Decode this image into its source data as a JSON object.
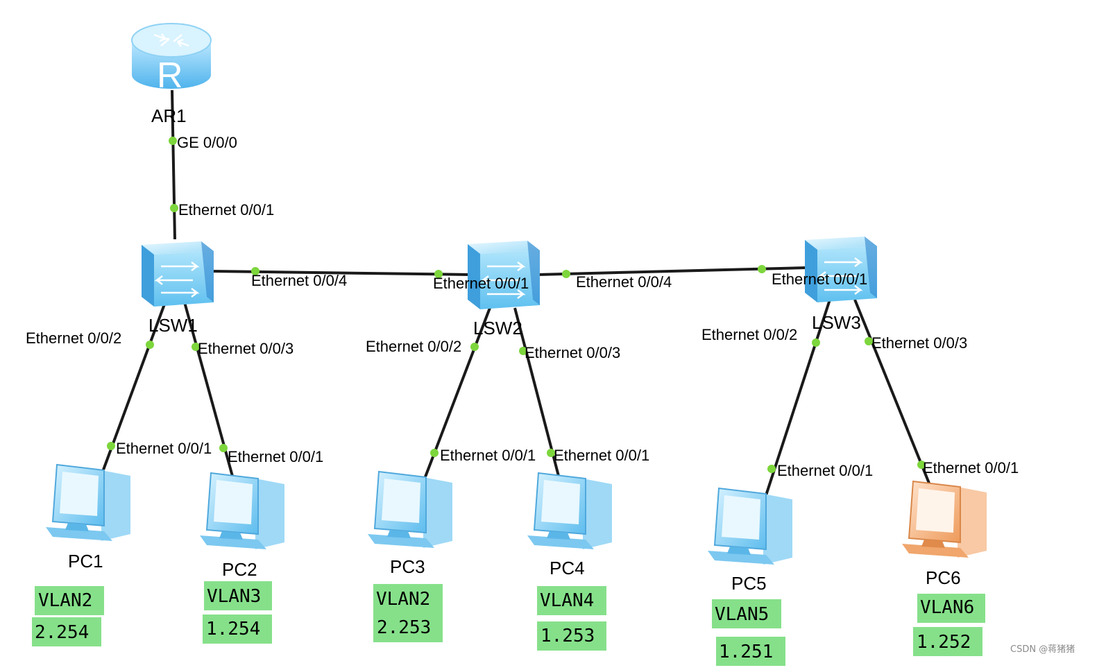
{
  "diagram": {
    "router": {
      "name": "AR1"
    },
    "switches": [
      {
        "name": "LSW1"
      },
      {
        "name": "LSW2"
      },
      {
        "name": "LSW3"
      }
    ],
    "pcs": [
      {
        "name": "PC1",
        "vlan": "VLAN2",
        "ip": "2.254"
      },
      {
        "name": "PC2",
        "vlan": "VLAN3",
        "ip": "1.254"
      },
      {
        "name": "PC3",
        "vlan": "VLAN2",
        "ip": "2.253"
      },
      {
        "name": "PC4",
        "vlan": "VLAN4",
        "ip": "1.253"
      },
      {
        "name": "PC5",
        "vlan": "VLAN5",
        "ip": "1.251"
      },
      {
        "name": "PC6",
        "vlan": "VLAN6",
        "ip": "1.252"
      }
    ],
    "ports": {
      "ar1_ge": "GE 0/0/0",
      "lsw1_up": "Ethernet 0/0/1",
      "lsw1_e4": "Ethernet 0/0/4",
      "lsw2_e1": "Ethernet 0/0/1",
      "lsw2_e4": "Ethernet 0/0/4",
      "lsw3_e1": "Ethernet 0/0/1",
      "lsw1_e2": "Ethernet 0/0/2",
      "lsw1_e3": "Ethernet 0/0/3",
      "lsw2_e2": "Ethernet 0/0/2",
      "lsw2_e3": "Ethernet 0/0/3",
      "lsw3_e2": "Ethernet 0/0/2",
      "lsw3_e3": "Ethernet 0/0/3",
      "pc1_e1": "Ethernet 0/0/1",
      "pc2_e1": "Ethernet 0/0/1",
      "pc3_e1": "Ethernet 0/0/1",
      "pc4_e1": "Ethernet 0/0/1",
      "pc5_e1": "Ethernet 0/0/1",
      "pc6_e1": "Ethernet 0/0/1"
    },
    "watermark": "CSDN @蒋猪猪"
  },
  "colors": {
    "link": "#1a1a1a",
    "port_dot": "#7dd63c",
    "tag_fill": "#86e08a",
    "device_blue": "#6ec6f2",
    "device_orange": "#f2a468"
  }
}
